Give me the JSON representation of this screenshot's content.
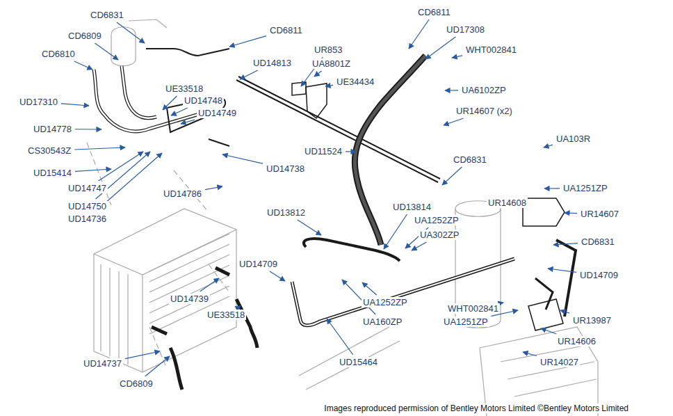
{
  "diagram": {
    "caption": "Images reproduced permission of Bentley Motors Limited ©Bentley Motors Limited",
    "labels": [
      "CD6831",
      "CD6809",
      "CD6811",
      "CD6810",
      "UD14813",
      "UR853",
      "UA8801Z",
      "UE34434",
      "CD6811",
      "UD17308",
      "WHT002841",
      "UA6102ZP",
      "UR14607 (x2)",
      "UD17310",
      "UE33518",
      "UD14748",
      "UD14749",
      "UD14778",
      "CS30543Z",
      "UD14738",
      "UD11524",
      "UA103R",
      "CD6831",
      "UD15414",
      "UD14747",
      "UA1251ZP",
      "UD14786",
      "UD14750",
      "UR14608",
      "UR14607",
      "UD14736",
      "UD13814",
      "UD13812",
      "UA1252ZP",
      "UA302ZP",
      "CD6831",
      "UD14709",
      "UD14709",
      "UD14739",
      "UA1252ZP",
      "WHT002841",
      "UE33518",
      "UA160ZP",
      "UR13987",
      "UA1251ZP",
      "UR14606",
      "UD15464",
      "UD14737",
      "UR14027",
      "CD6809"
    ]
  }
}
